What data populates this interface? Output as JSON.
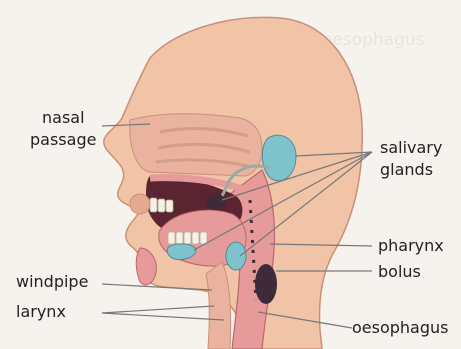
{
  "background_text": "The oesophagus",
  "labels": {
    "nasal_1": "nasal",
    "nasal_2": "passage",
    "salivary_1": "salivary",
    "salivary_2": "glands",
    "pharynx": "pharynx",
    "bolus": "bolus",
    "windpipe": "windpipe",
    "larynx": "larynx",
    "oesophagus": "oesophagus"
  },
  "colors": {
    "skin": "#f1c4a8",
    "skin_shade": "#e4a98f",
    "tissue_pink": "#e79a9a",
    "cavity_dark": "#5a2430",
    "gland_blue": "#7ec3cc",
    "bolus": "#3e2a38",
    "teeth": "#f5f1e6",
    "line": "#777777"
  }
}
